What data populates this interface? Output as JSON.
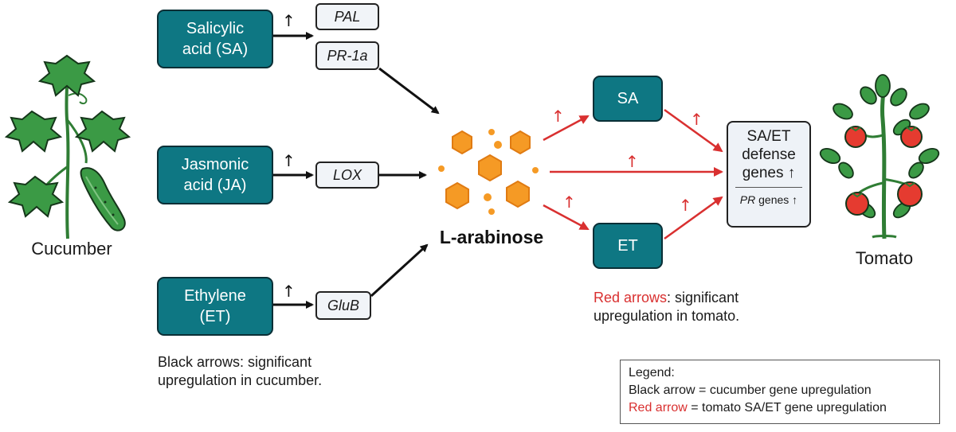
{
  "cucumber": {
    "label": "Cucumber",
    "pathways": [
      {
        "name_line1": "Salicylic",
        "name_line2": "acid (SA)",
        "genes": [
          "PAL",
          "PR-1a"
        ]
      },
      {
        "name_line1": "Jasmonic",
        "name_line2": "acid (JA)",
        "genes": [
          "LOX"
        ]
      },
      {
        "name_line1": "Ethylene",
        "name_line2": "(ET)",
        "genes": [
          "GluB"
        ]
      }
    ],
    "up_symbol": "↑",
    "note_line1": "Black arrows: significant",
    "note_line2": "upregulation in cucumber."
  },
  "compound": {
    "label": "L-arabinose",
    "colors": {
      "hexagon_fill": "#f59a25",
      "hexagon_stroke": "#e07b12"
    }
  },
  "tomato": {
    "label": "Tomato",
    "sa_label": "SA",
    "et_label": "ET",
    "up_symbol": "↑",
    "defense_line1": "SA/ET",
    "defense_line2": "defense",
    "defense_line3": "genes ↑",
    "pr_gene": "PR",
    "pr_suffix": " genes ↑",
    "note_red": "Red arrows",
    "note_rest_line1": ": significant",
    "note_line2": "upregulation in tomato."
  },
  "legend": {
    "title": "Legend:",
    "black_line": "Black arrow = cucumber gene upregulation",
    "red_word": "Red arrow",
    "red_rest": " = tomato SA/ET gene upregulation"
  },
  "colors": {
    "teal": "#0e7783",
    "black_arrow": "#111111",
    "red_arrow": "#d93030",
    "leaf_fill": "#3b9a45",
    "leaf_stroke": "#15361a",
    "tomato_fruit": "#e53b30"
  },
  "icons": [
    "cucumber-plant-icon",
    "tomato-plant-icon",
    "l-arabinose-molecule-icon"
  ]
}
